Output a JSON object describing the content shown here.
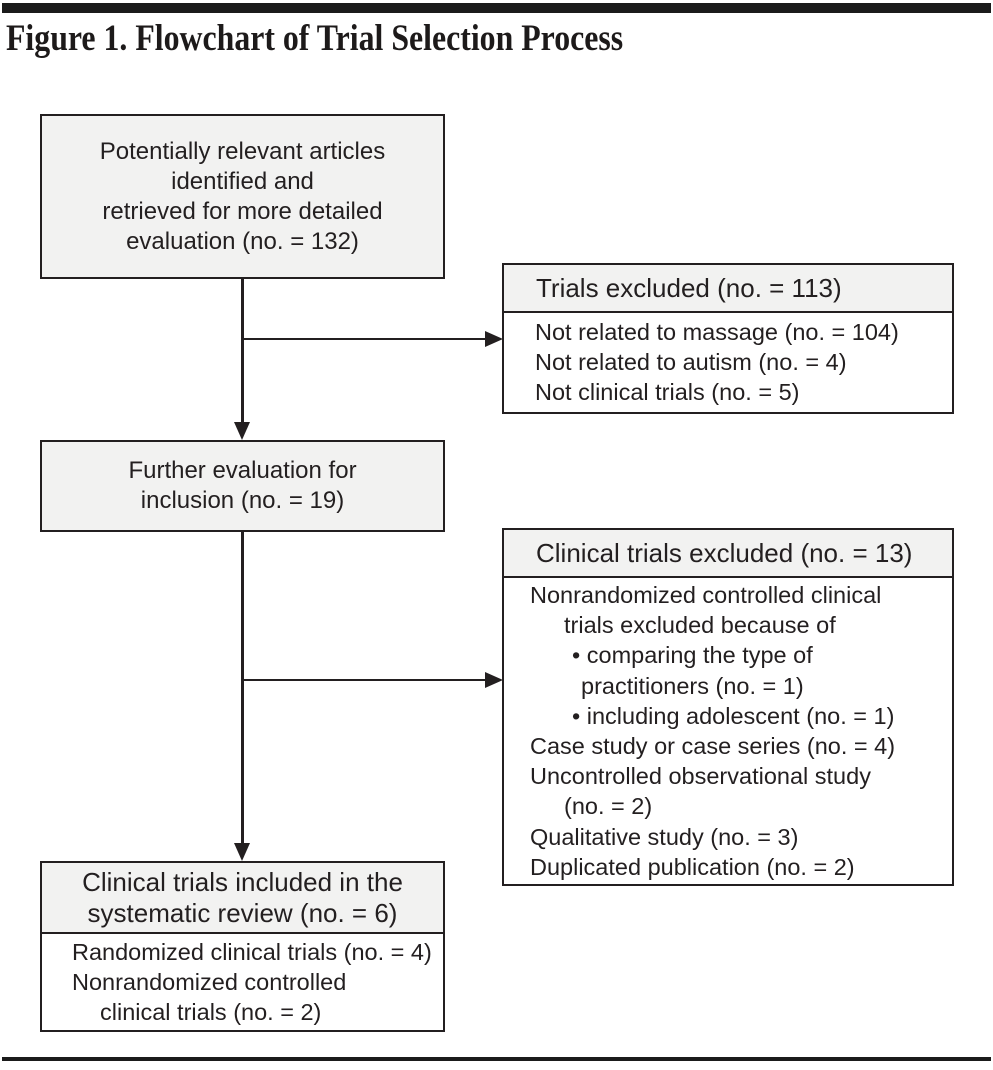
{
  "figure": {
    "title": "Figure 1. Flowchart of Trial Selection Process"
  },
  "colors": {
    "box_fill": "#f2f2f1",
    "ink": "#231f20",
    "rule": "#1b1b1b"
  },
  "boxes": {
    "identified": {
      "lines": [
        "Potentially relevant articles",
        "identified and",
        "retrieved for more detailed",
        "evaluation (no. = 132)"
      ]
    },
    "trials_excluded": {
      "header": "Trials excluded (no. = 113)",
      "items": [
        "Not related to massage (no. = 104)",
        "Not related to autism (no. = 4)",
        "Not clinical trials (no. = 5)"
      ]
    },
    "further_evaluation": {
      "lines": [
        "Further evaluation for",
        "inclusion (no. = 19)"
      ]
    },
    "clinical_excluded": {
      "header": "Clinical trials excluded (no. = 13)",
      "items": [
        {
          "text": "Nonrandomized controlled clinical",
          "indent": "base"
        },
        {
          "text": "trials excluded because of",
          "indent": "cont"
        },
        {
          "text": "• comparing the type of",
          "indent": "bullet"
        },
        {
          "text": "practitioners (no. = 1)",
          "indent": "bullet2"
        },
        {
          "text": "• including adolescent (no. = 1)",
          "indent": "bullet"
        },
        {
          "text": "Case study or case series (no. = 4)",
          "indent": "base"
        },
        {
          "text": "Uncontrolled observational study",
          "indent": "base"
        },
        {
          "text": "(no. = 2)",
          "indent": "cont"
        },
        {
          "text": "Qualitative study (no. = 3)",
          "indent": "base"
        },
        {
          "text": "Duplicated publication (no. = 2)",
          "indent": "base"
        }
      ]
    },
    "included": {
      "header_lines": [
        "Clinical trials included in the",
        "systematic review (no. = 6)"
      ],
      "items": [
        {
          "text": "Randomized clinical trials (no. = 4)",
          "indent": "base"
        },
        {
          "text": "Nonrandomized controlled",
          "indent": "base"
        },
        {
          "text": "clinical trials (no. = 2)",
          "indent": "cont"
        }
      ]
    }
  }
}
